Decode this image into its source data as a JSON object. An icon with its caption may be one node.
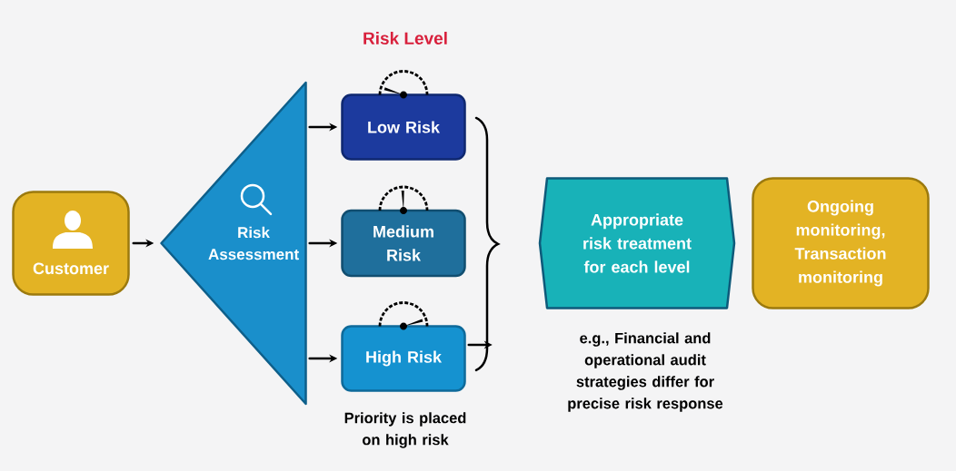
{
  "diagram": {
    "nodes": [
      {
        "text": [
          "Customer"
        ]
      },
      {
        "text": [
          "Risk Assessment"
        ]
      },
      {
        "text": [
          "Low Risk"
        ]
      },
      {
        "text": [
          "Medium Risk"
        ]
      },
      {
        "text": [
          "High Risk"
        ],
        "beside": [
          "Priority is placed on high risk"
        ]
      },
      {
        "text": [
          "Appropriate risk treatment for each level"
        ],
        "beside": [
          "e.g., Financial and operational audit strategies differ for precise risk response"
        ]
      },
      {
        "text": [
          "Ongoing monitoring, Transaction monitoring"
        ]
      }
    ],
    "edges": [
      {
        "from": 0,
        "to": 1,
        "arrow": "to"
      },
      {
        "from": 1,
        "to": 2,
        "arrow": "to"
      },
      {
        "from": 1,
        "to": 3,
        "arrow": "to"
      },
      {
        "from": 1,
        "to": 4,
        "arrow": "to"
      },
      {
        "from": 4,
        "to": null,
        "arrow": "to"
      }
    ],
    "labels": [
      "Risk Level"
    ]
  }
}
